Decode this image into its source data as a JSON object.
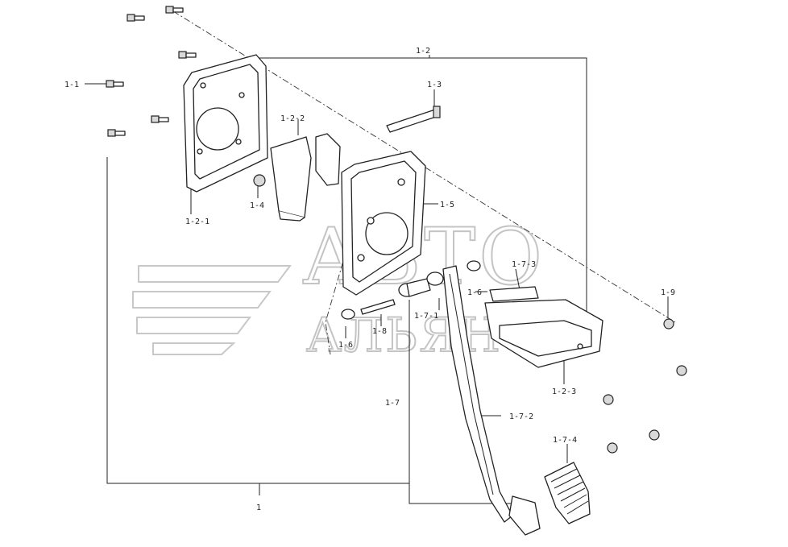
{
  "watermark": {
    "line1": "АВТО",
    "line2": "АЛЬЯНС"
  },
  "labels": {
    "l_1": "1",
    "l_1_1": "1-1",
    "l_1_2": "1-2",
    "l_1_2_1": "1-2-1",
    "l_1_2_2": "1-2-2",
    "l_1_2_3": "1-2-3",
    "l_1_3": "1-3",
    "l_1_4": "1-4",
    "l_1_5": "1-5",
    "l_1_6a": "1-6",
    "l_1_6b": "1-6",
    "l_1_7": "1-7",
    "l_1_7_1": "1-7-1",
    "l_1_7_2": "1-7-2",
    "l_1_7_3": "1-7-3",
    "l_1_7_4": "1-7-4",
    "l_1_8": "1-8",
    "l_1_9": "1-9"
  }
}
